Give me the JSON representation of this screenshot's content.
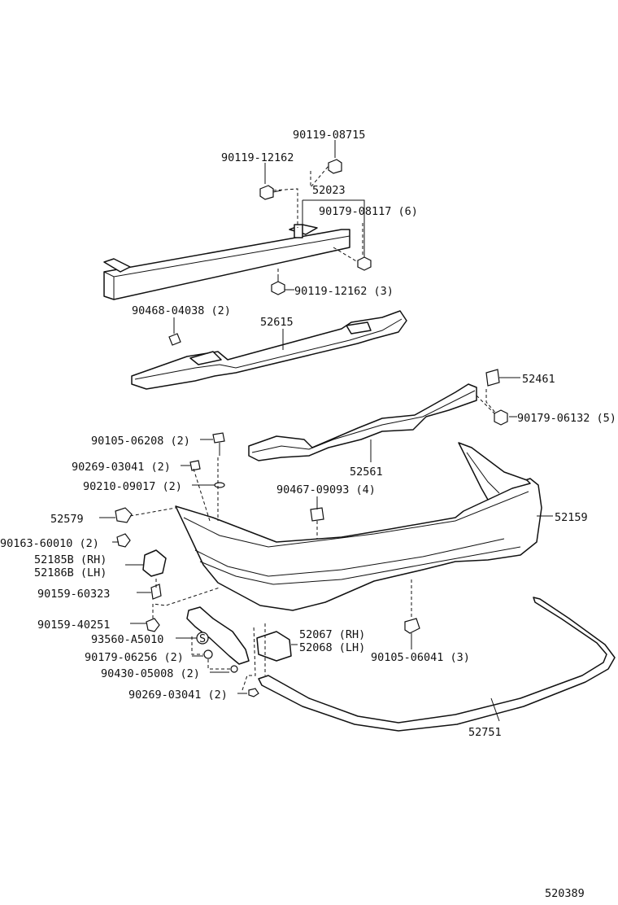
{
  "diagram_id": "520389",
  "labels": {
    "p90119_08715": "90119-08715",
    "p90119_12162_top": "90119-12162",
    "p52023": "52023",
    "p90179_08117": "90179-08117 (6)",
    "p90119_12162_3": "90119-12162 (3)",
    "p90468_04038": "90468-04038 (2)",
    "p52615": "52615",
    "p52461": "52461",
    "p90179_06132": "90179-06132 (5)",
    "p90105_06208": "90105-06208 (2)",
    "p52561": "52561",
    "p90269_03041_a": "90269-03041 (2)",
    "p90210_09017": "90210-09017 (2)",
    "p90467_09093": "90467-09093 (4)",
    "p52579": "52579",
    "p52159": "52159",
    "p90163_60010": "90163-60010 (2)",
    "p52185B": "52185B (RH)",
    "p52186B": "52186B (LH)",
    "p90159_60323": "90159-60323",
    "p90159_40251": "90159-40251",
    "p93560_A5010": "93560-A5010",
    "p52067": "52067 (RH)",
    "p52068": "52068 (LH)",
    "p90179_06256": "90179-06256 (2)",
    "p90105_06041": "90105-06041 (3)",
    "p90430_05008": "90430-05008 (2)",
    "p90269_03041_b": "90269-03041 (2)",
    "p52751": "52751",
    "s_symbol": "S"
  }
}
